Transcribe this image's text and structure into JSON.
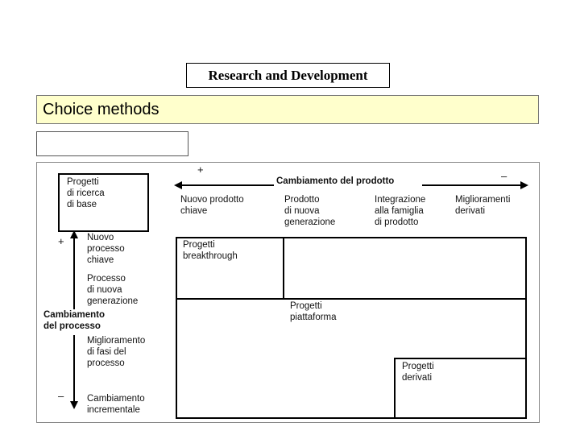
{
  "header": {
    "title": "Research and Development"
  },
  "section": {
    "label": "Choice methods"
  },
  "diagram": {
    "basic_research": "Progetti\ndi ricerca\ndi base",
    "product_axis": {
      "label": "Cambiamento del prodotto",
      "plus": "+",
      "minus": "–"
    },
    "process_axis": {
      "label": "Cambiamento\ndel processo",
      "plus": "+",
      "minus": "–"
    },
    "product_columns": [
      "Nuovo prodotto\nchiave",
      "Prodotto\ndi nuova\ngenerazione",
      "Integrazione\nalla famiglia\ndi prodotto",
      "Miglioramenti\nderivati"
    ],
    "process_rows": [
      "Nuovo\nprocesso\nchiave",
      "Processo\ndi nuova\ngenerazione",
      "Miglioramento\ndi fasi del\nprocesso",
      "Cambiamento\nincrementale"
    ],
    "projects": {
      "breakthrough": "Progetti\nbreakthrough",
      "platform": "Progetti\npiattaforma",
      "derived": "Progetti\nderivati"
    }
  }
}
